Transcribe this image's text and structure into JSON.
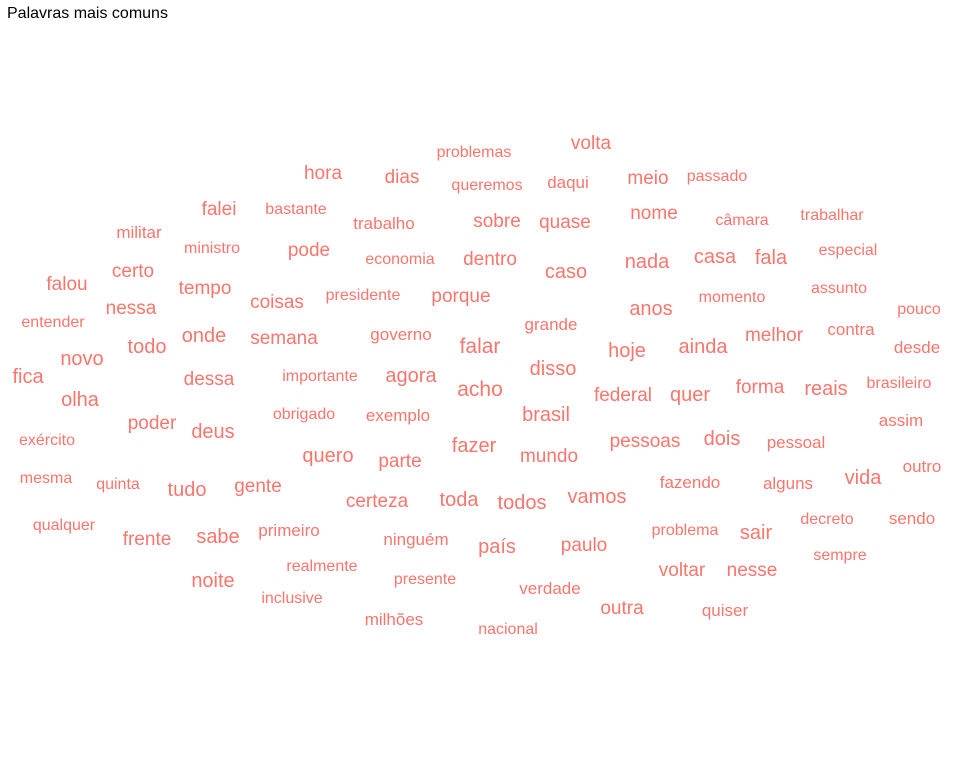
{
  "chart_data": {
    "type": "wordcloud",
    "title": "Palavras mais comuns",
    "color": "#F8766D",
    "words": [
      {
        "word": "volta",
        "weight": 3
      },
      {
        "word": "problemas",
        "weight": 1
      },
      {
        "word": "hora",
        "weight": 3
      },
      {
        "word": "dias",
        "weight": 3
      },
      {
        "word": "queremos",
        "weight": 1
      },
      {
        "word": "daqui",
        "weight": 2
      },
      {
        "word": "meio",
        "weight": 3
      },
      {
        "word": "passado",
        "weight": 1
      },
      {
        "word": "falei",
        "weight": 3
      },
      {
        "word": "bastante",
        "weight": 1
      },
      {
        "word": "trabalho",
        "weight": 2
      },
      {
        "word": "sobre",
        "weight": 3
      },
      {
        "word": "quase",
        "weight": 3
      },
      {
        "word": "nome",
        "weight": 3
      },
      {
        "word": "câmara",
        "weight": 1
      },
      {
        "word": "trabalhar",
        "weight": 1
      },
      {
        "word": "militar",
        "weight": 2
      },
      {
        "word": "ministro",
        "weight": 1
      },
      {
        "word": "pode",
        "weight": 3
      },
      {
        "word": "economia",
        "weight": 1
      },
      {
        "word": "dentro",
        "weight": 3
      },
      {
        "word": "caso",
        "weight": 4
      },
      {
        "word": "nada",
        "weight": 4
      },
      {
        "word": "casa",
        "weight": 4
      },
      {
        "word": "fala",
        "weight": 4
      },
      {
        "word": "especial",
        "weight": 1
      },
      {
        "word": "falou",
        "weight": 3
      },
      {
        "word": "certo",
        "weight": 3
      },
      {
        "word": "tempo",
        "weight": 3
      },
      {
        "word": "coisas",
        "weight": 3
      },
      {
        "word": "presidente",
        "weight": 1
      },
      {
        "word": "porque",
        "weight": 3
      },
      {
        "word": "momento",
        "weight": 1
      },
      {
        "word": "assunto",
        "weight": 1
      },
      {
        "word": "entender",
        "weight": 1
      },
      {
        "word": "nessa",
        "weight": 3
      },
      {
        "word": "anos",
        "weight": 4
      },
      {
        "word": "pouco",
        "weight": 1
      },
      {
        "word": "grande",
        "weight": 2
      },
      {
        "word": "onde",
        "weight": 4
      },
      {
        "word": "semana",
        "weight": 3
      },
      {
        "word": "governo",
        "weight": 2
      },
      {
        "word": "contra",
        "weight": 2
      },
      {
        "word": "todo",
        "weight": 4
      },
      {
        "word": "falar",
        "weight": 5
      },
      {
        "word": "melhor",
        "weight": 3
      },
      {
        "word": "desde",
        "weight": 2
      },
      {
        "word": "ainda",
        "weight": 4
      },
      {
        "word": "hoje",
        "weight": 4
      },
      {
        "word": "novo",
        "weight": 4
      },
      {
        "word": "disso",
        "weight": 4
      },
      {
        "word": "fica",
        "weight": 4
      },
      {
        "word": "importante",
        "weight": 1
      },
      {
        "word": "agora",
        "weight": 4
      },
      {
        "word": "dessa",
        "weight": 3
      },
      {
        "word": "forma",
        "weight": 3
      },
      {
        "word": "reais",
        "weight": 4
      },
      {
        "word": "brasileiro",
        "weight": 1
      },
      {
        "word": "acho",
        "weight": 5
      },
      {
        "word": "federal",
        "weight": 3
      },
      {
        "word": "quer",
        "weight": 4
      },
      {
        "word": "olha",
        "weight": 4
      },
      {
        "word": "obrigado",
        "weight": 1
      },
      {
        "word": "exemplo",
        "weight": 2
      },
      {
        "word": "brasil",
        "weight": 4
      },
      {
        "word": "assim",
        "weight": 2
      },
      {
        "word": "poder",
        "weight": 3
      },
      {
        "word": "deus",
        "weight": 4
      },
      {
        "word": "exército",
        "weight": 1
      },
      {
        "word": "pessoas",
        "weight": 3
      },
      {
        "word": "dois",
        "weight": 4
      },
      {
        "word": "pessoal",
        "weight": 2
      },
      {
        "word": "fazer",
        "weight": 4
      },
      {
        "word": "quero",
        "weight": 4
      },
      {
        "word": "mundo",
        "weight": 3
      },
      {
        "word": "parte",
        "weight": 3
      },
      {
        "word": "mesma",
        "weight": 1
      },
      {
        "word": "quinta",
        "weight": 1
      },
      {
        "word": "tudo",
        "weight": 4
      },
      {
        "word": "gente",
        "weight": 3
      },
      {
        "word": "fazendo",
        "weight": 2
      },
      {
        "word": "alguns",
        "weight": 2
      },
      {
        "word": "vida",
        "weight": 4
      },
      {
        "word": "outro",
        "weight": 2
      },
      {
        "word": "certeza",
        "weight": 3
      },
      {
        "word": "toda",
        "weight": 4
      },
      {
        "word": "todos",
        "weight": 4
      },
      {
        "word": "vamos",
        "weight": 4
      },
      {
        "word": "qualquer",
        "weight": 1
      },
      {
        "word": "decreto",
        "weight": 1
      },
      {
        "word": "sendo",
        "weight": 2
      },
      {
        "word": "frente",
        "weight": 3
      },
      {
        "word": "sabe",
        "weight": 4
      },
      {
        "word": "primeiro",
        "weight": 2
      },
      {
        "word": "ninguém",
        "weight": 2
      },
      {
        "word": "problema",
        "weight": 1
      },
      {
        "word": "sair",
        "weight": 4
      },
      {
        "word": "país",
        "weight": 4
      },
      {
        "word": "paulo",
        "weight": 3
      },
      {
        "word": "sempre",
        "weight": 1
      },
      {
        "word": "realmente",
        "weight": 1
      },
      {
        "word": "noite",
        "weight": 4
      },
      {
        "word": "voltar",
        "weight": 3
      },
      {
        "word": "nesse",
        "weight": 3
      },
      {
        "word": "presente",
        "weight": 1
      },
      {
        "word": "verdade",
        "weight": 2
      },
      {
        "word": "inclusive",
        "weight": 1
      },
      {
        "word": "outra",
        "weight": 3
      },
      {
        "word": "quiser",
        "weight": 2
      },
      {
        "word": "milhões",
        "weight": 2
      },
      {
        "word": "nacional",
        "weight": 1
      }
    ]
  }
}
